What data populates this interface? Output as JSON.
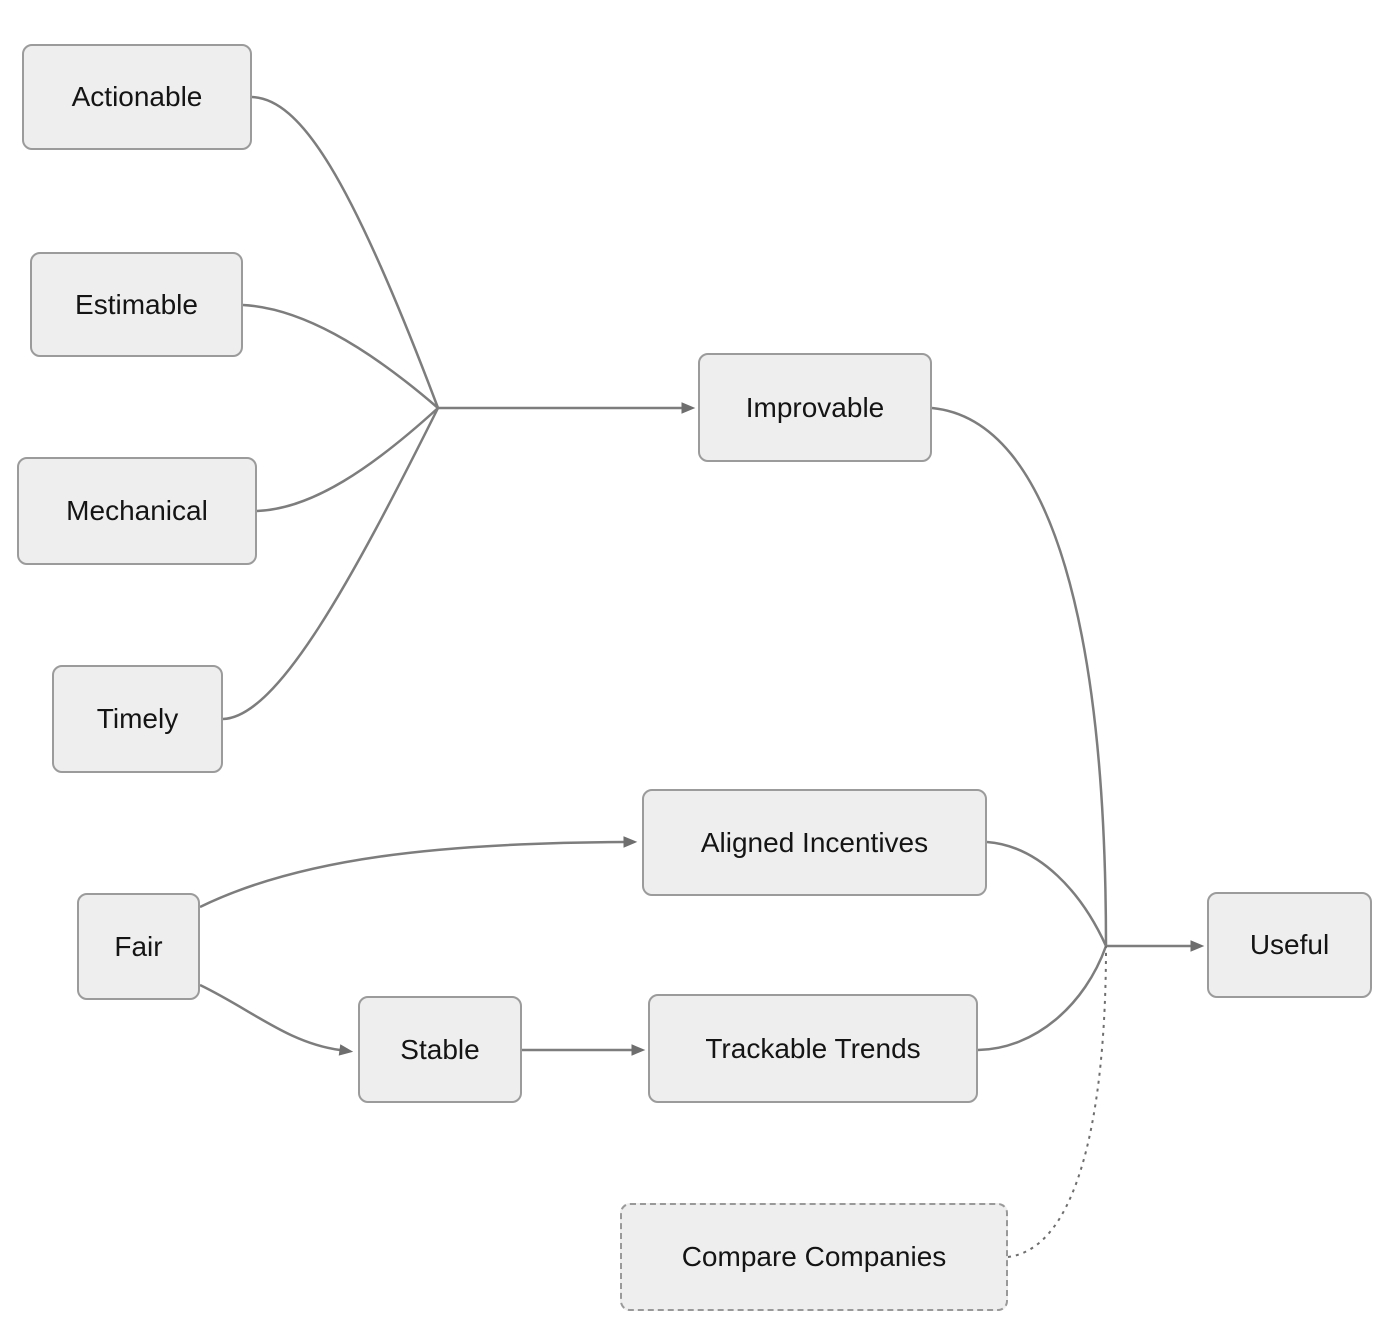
{
  "diagram": {
    "nodes": {
      "actionable": {
        "label": "Actionable"
      },
      "estimable": {
        "label": "Estimable"
      },
      "mechanical": {
        "label": "Mechanical"
      },
      "timely": {
        "label": "Timely"
      },
      "improvable": {
        "label": "Improvable"
      },
      "fair": {
        "label": "Fair"
      },
      "aligned_incentives": {
        "label": "Aligned Incentives"
      },
      "stable": {
        "label": "Stable"
      },
      "trackable_trends": {
        "label": "Trackable Trends"
      },
      "useful": {
        "label": "Useful"
      },
      "compare_companies": {
        "label": "Compare Companies"
      }
    },
    "edges": [
      {
        "from": "Actionable",
        "to": "Improvable",
        "style": "solid",
        "arrow": true
      },
      {
        "from": "Estimable",
        "to": "Improvable",
        "style": "solid",
        "arrow": true
      },
      {
        "from": "Mechanical",
        "to": "Improvable",
        "style": "solid",
        "arrow": true
      },
      {
        "from": "Timely",
        "to": "Improvable",
        "style": "solid",
        "arrow": true
      },
      {
        "from": "Fair",
        "to": "Aligned Incentives",
        "style": "solid",
        "arrow": true
      },
      {
        "from": "Fair",
        "to": "Stable",
        "style": "solid",
        "arrow": true
      },
      {
        "from": "Stable",
        "to": "Trackable Trends",
        "style": "solid",
        "arrow": true
      },
      {
        "from": "Improvable",
        "to": "Useful",
        "style": "solid",
        "arrow": true
      },
      {
        "from": "Aligned Incentives",
        "to": "Useful",
        "style": "solid",
        "arrow": true
      },
      {
        "from": "Trackable Trends",
        "to": "Useful",
        "style": "solid",
        "arrow": true
      },
      {
        "from": "Compare Companies",
        "to": "Useful",
        "style": "dotted",
        "arrow": false
      }
    ],
    "colors": {
      "background": "#ffffff",
      "node_fill": "#eeeeee",
      "node_border": "#9b9b9b",
      "edge_stroke": "#7d7d7d",
      "arrowhead": "#6e6e6e",
      "text": "#141414"
    }
  }
}
